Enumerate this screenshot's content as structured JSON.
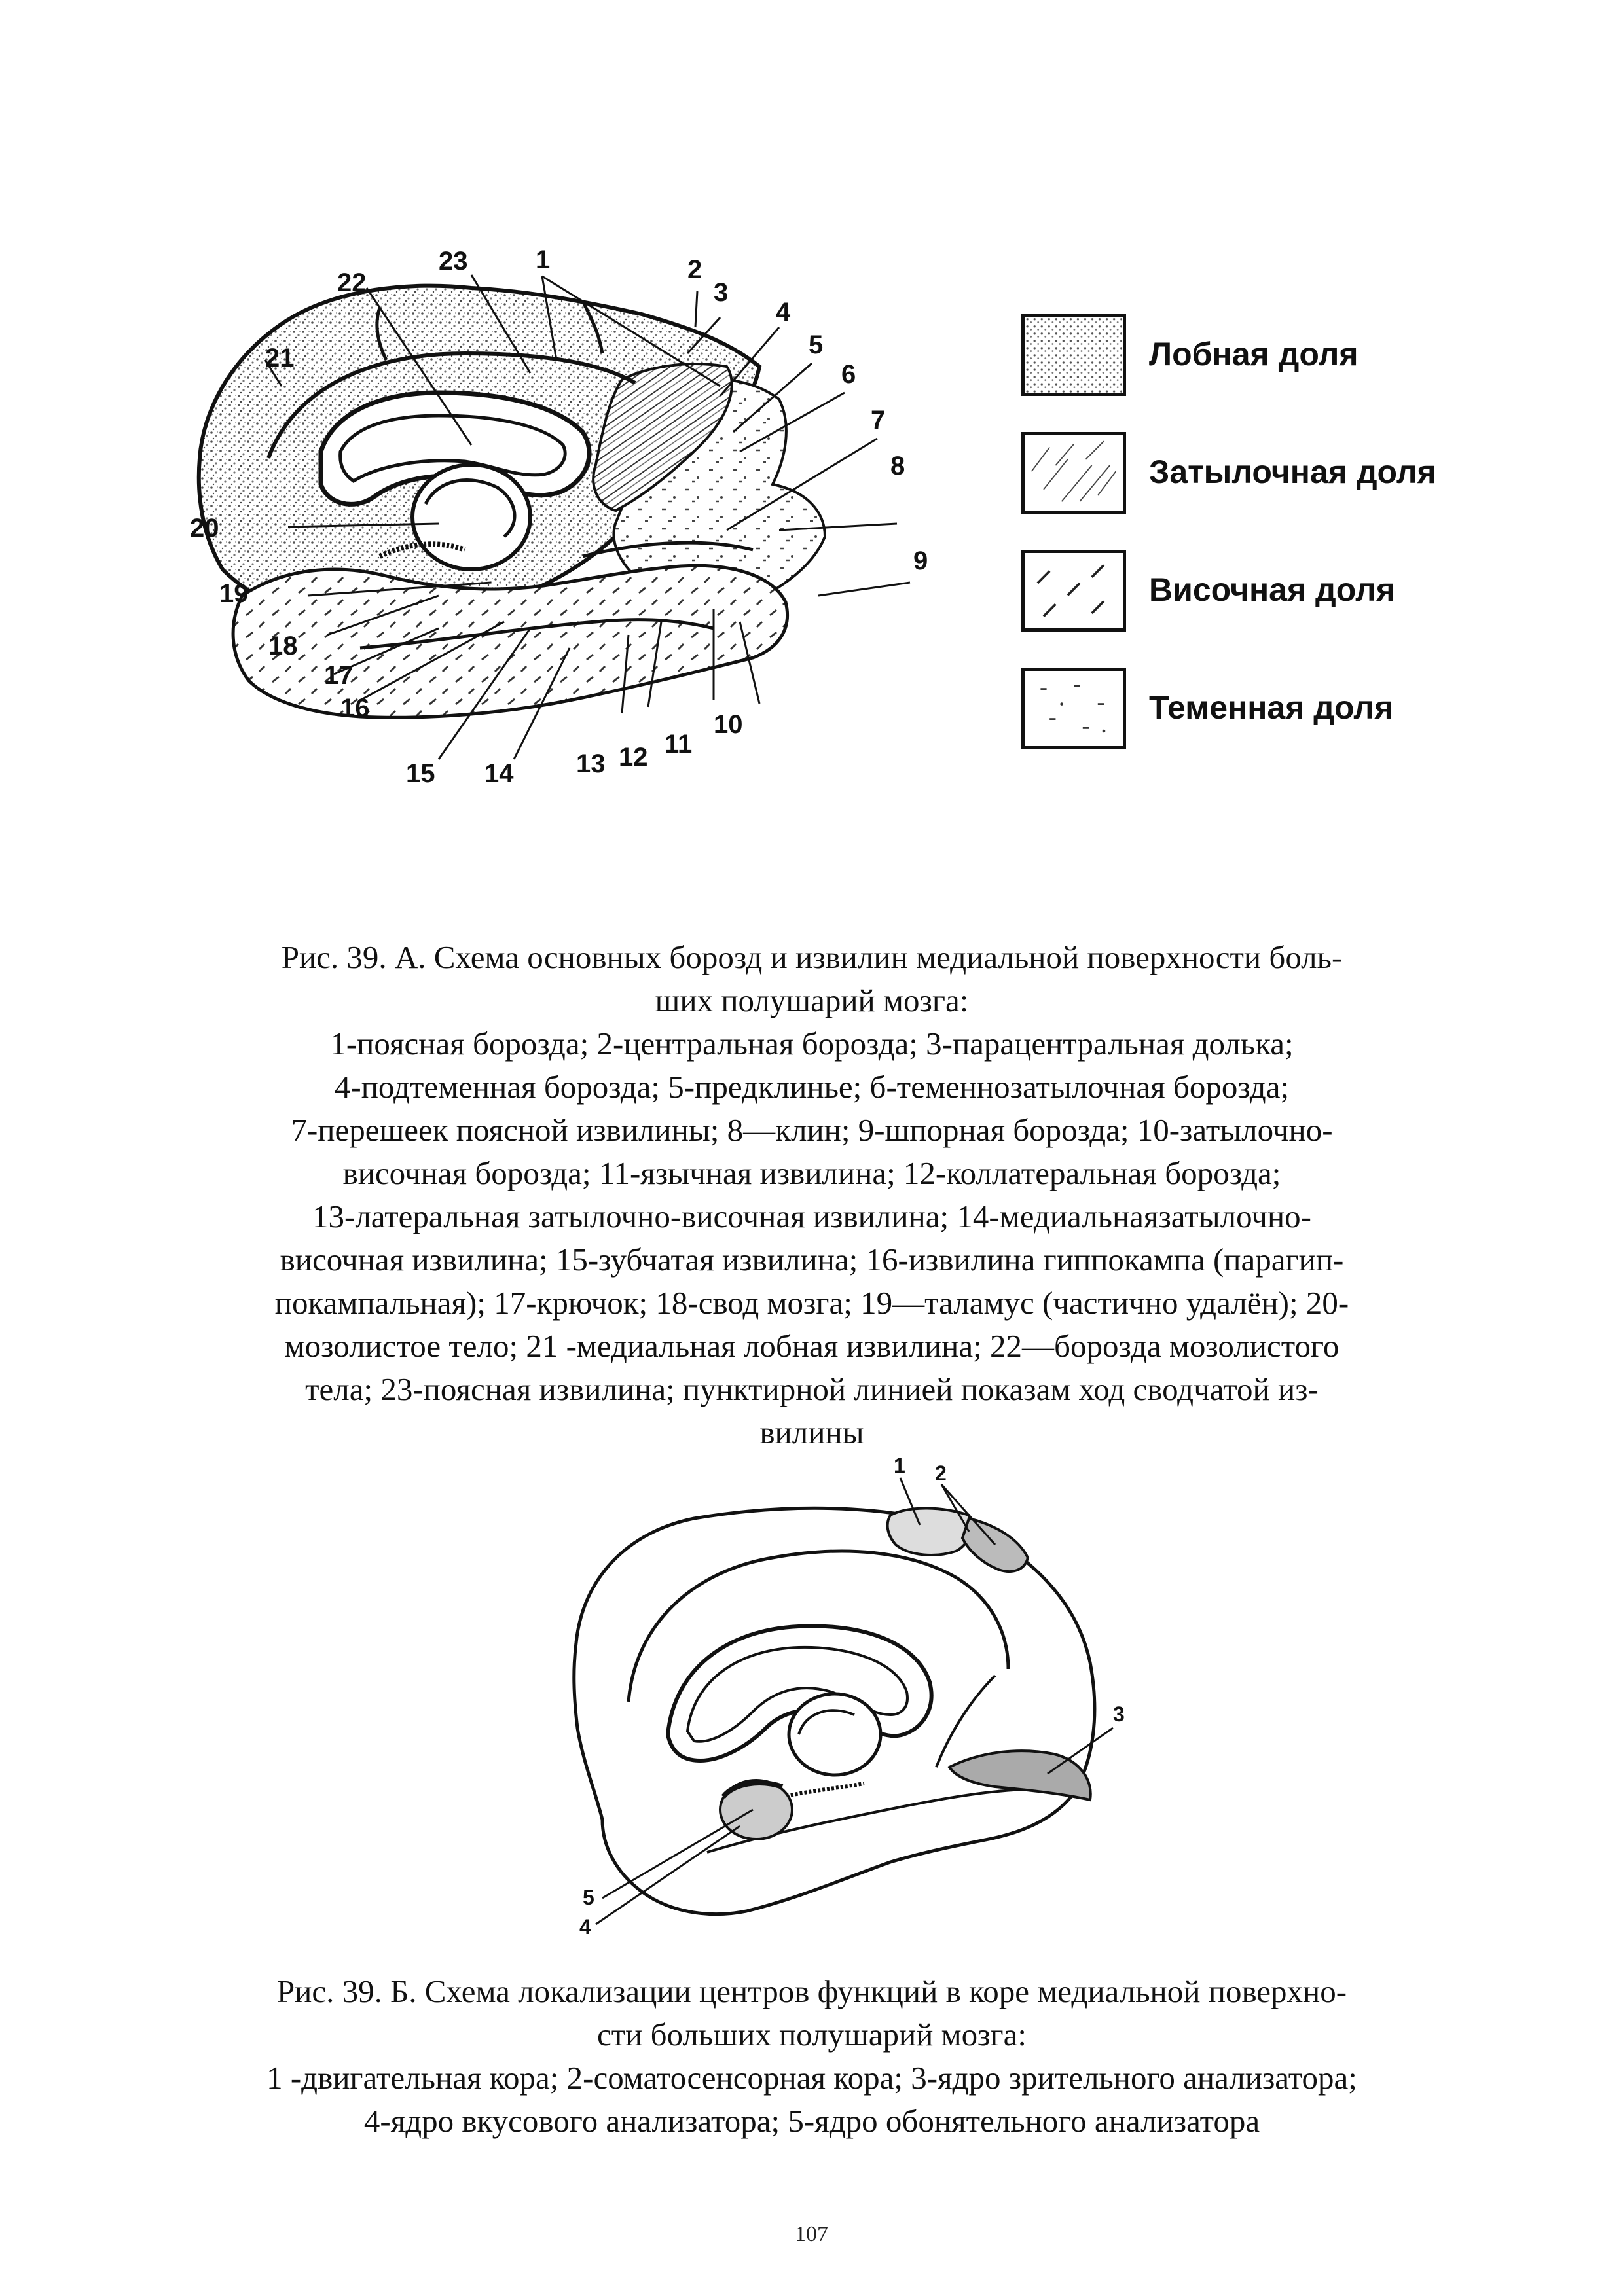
{
  "figure_a": {
    "labels": [
      "1",
      "2",
      "3",
      "4",
      "5",
      "6",
      "7",
      "8",
      "9",
      "10",
      "11",
      "12",
      "13",
      "14",
      "15",
      "16",
      "17",
      "18",
      "19",
      "20",
      "21",
      "22",
      "23"
    ],
    "legend": [
      {
        "label": "Лобная доля",
        "pattern": "frontal-dots"
      },
      {
        "label": "Затылочная доля",
        "pattern": "occipital-hatch"
      },
      {
        "label": "Височная доля",
        "pattern": "temporal-dashes"
      },
      {
        "label": "Теменная доля",
        "pattern": "parietal-sparse"
      }
    ],
    "caption": {
      "title_line1": "Рис. 39. А. Схема основных борозд и извилин медиальной поверхности боль-",
      "title_line2": "ших полушарий мозга:",
      "lines": [
        "1-поясная борозда; 2-центральная борозда; 3-парацентральная долька;",
        "4-подтеменная борозда; 5-предклинье; б-теменнозатылочная борозда;",
        "7-перешеек поясной извилины; 8—клин; 9-шпорная борозда; 10-затылочно-",
        "височная борозда; 11-язычная извилина; 12-коллатеральная борозда;",
        "13-латеральная затылочно-височная извилина; 14-медиальнаязатылочно-",
        "височная извилина; 15-зубчатая извилина; 16-извилина гиппокампа (парагип-",
        "покампальная); 17-крючок; 18-свод мозга; 19—таламус (частично удалён); 20-",
        "мозолистое тело; 21 -медиальная лобная извилина; 22—борозда мозолистого",
        "тела; 23-поясная извилина; пунктирной линией показам ход сводчатой из-",
        "вилины"
      ]
    }
  },
  "figure_b": {
    "labels": [
      "1",
      "2",
      "3",
      "4",
      "5"
    ],
    "caption": {
      "title_line1": "Рис. 39. Б. Схема локализации центров функций в коре медиальной поверхно-",
      "title_line2": "сти больших полушарий мозга:",
      "lines": [
        "1 -двигательная кора; 2-соматосенсорная кора; 3-ядро зрительного анализатора;",
        "4-ядро вкусового анализатора; 5-ядро обонятельного анализатора"
      ]
    }
  },
  "page_number": "107"
}
